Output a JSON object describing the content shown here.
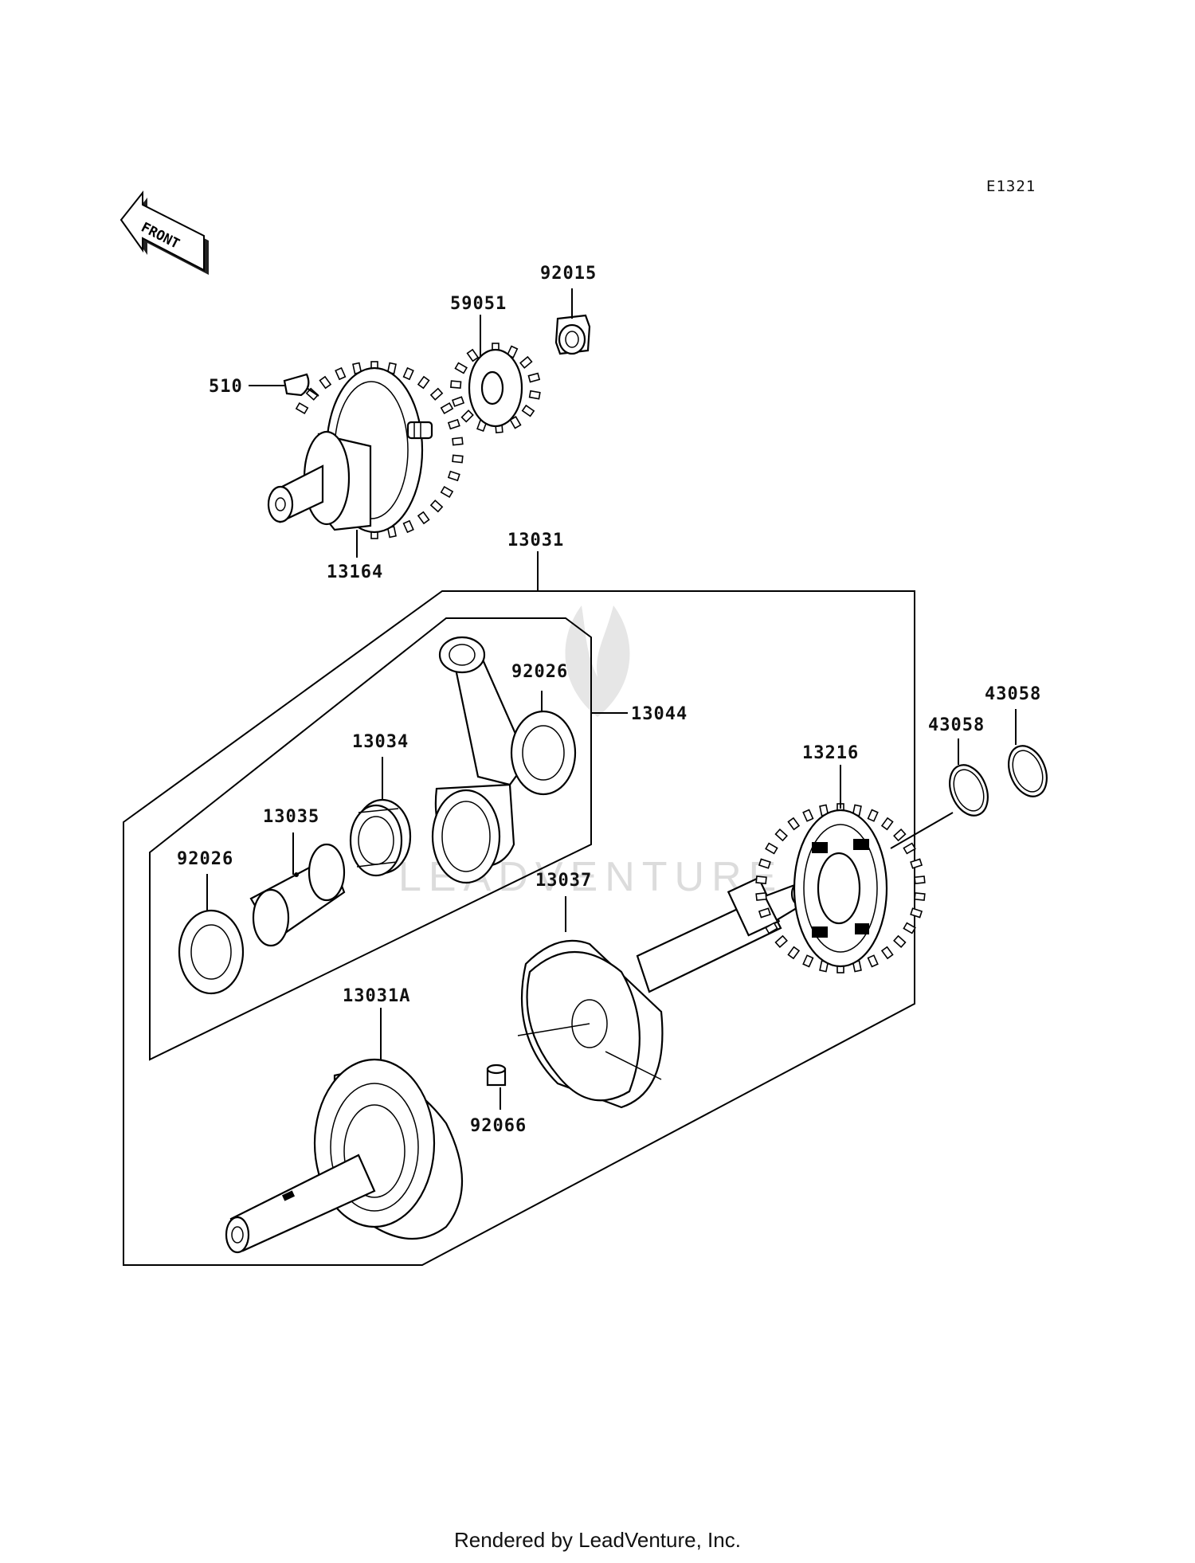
{
  "diagram": {
    "code": "E1321",
    "front_label": "FRONT",
    "watermark": "LEADVENTURE",
    "footer": "Rendered by LeadVenture, Inc."
  },
  "callouts": [
    {
      "id": "510",
      "label": "510"
    },
    {
      "id": "59051",
      "label": "59051"
    },
    {
      "id": "92015",
      "label": "92015"
    },
    {
      "id": "13164",
      "label": "13164"
    },
    {
      "id": "13031",
      "label": "13031"
    },
    {
      "id": "92026a",
      "label": "92026"
    },
    {
      "id": "13044",
      "label": "13044"
    },
    {
      "id": "13034",
      "label": "13034"
    },
    {
      "id": "13035",
      "label": "13035"
    },
    {
      "id": "92026b",
      "label": "92026"
    },
    {
      "id": "13216",
      "label": "13216"
    },
    {
      "id": "43058a",
      "label": "43058"
    },
    {
      "id": "43058b",
      "label": "43058"
    },
    {
      "id": "13037",
      "label": "13037"
    },
    {
      "id": "13031A",
      "label": "13031A"
    },
    {
      "id": "92066",
      "label": "92066"
    }
  ]
}
